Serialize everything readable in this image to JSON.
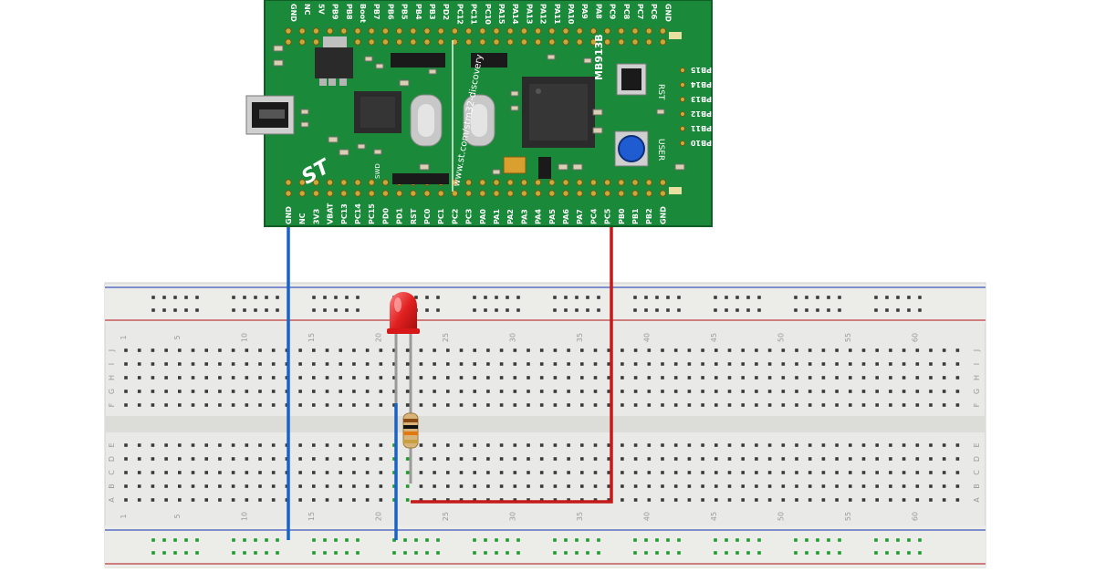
{
  "board": {
    "model": "MB913B",
    "url": "www.st.com/stm32-discovery",
    "top_pins": [
      "GND",
      "NC",
      "5V",
      "PB9",
      "PB8",
      "Boot",
      "PB7",
      "PB6",
      "PB5",
      "PB4",
      "PB3",
      "PD2",
      "PC12",
      "PC11",
      "PC10",
      "PA15",
      "PA14",
      "PA13",
      "PA12",
      "PA11",
      "PA10",
      "PA9",
      "PA8",
      "PC9",
      "PC8",
      "PC7",
      "PC6",
      "GND"
    ],
    "bottom_pins": [
      "GND",
      "NC",
      "3V3",
      "VBAT",
      "PC13",
      "PC14",
      "PC15",
      "PD0",
      "PD1",
      "RST",
      "PC0",
      "PC1",
      "PC2",
      "PC3",
      "PA0",
      "PA1",
      "PA2",
      "PA3",
      "PA4",
      "PA5",
      "PA6",
      "PA7",
      "PC4",
      "PC5",
      "PB0",
      "PB1",
      "PB2",
      "GND"
    ],
    "right_labels": [
      "PB15",
      "PB14",
      "PB13",
      "PB12",
      "PB11",
      "PB10"
    ],
    "button_rst": "RST",
    "button_user": "USER",
    "jumper_label": "SWD",
    "logo_text": "ST"
  },
  "breadboard": {
    "column_numbers": [
      "1",
      "5",
      "10",
      "15",
      "20",
      "25",
      "30",
      "35",
      "40",
      "45",
      "50",
      "55",
      "60"
    ],
    "row_letters_top": [
      "J",
      "I",
      "H",
      "G",
      "F"
    ],
    "row_letters_bottom": [
      "E",
      "D",
      "C",
      "B",
      "A"
    ]
  },
  "components": {
    "led_color": "#d81818",
    "resistor_bands": [
      "#8b4a14",
      "#101010",
      "#e07a10",
      "#c8a040"
    ]
  },
  "wires": {
    "gnd_color": "#1a63c4",
    "signal_color": "#c41a1a"
  },
  "colors": {
    "pcb": "#1a8a3a",
    "rail_blue": "#5a6ec4",
    "rail_red": "#c45a5a",
    "connected_hole": "#1e9a2e"
  }
}
